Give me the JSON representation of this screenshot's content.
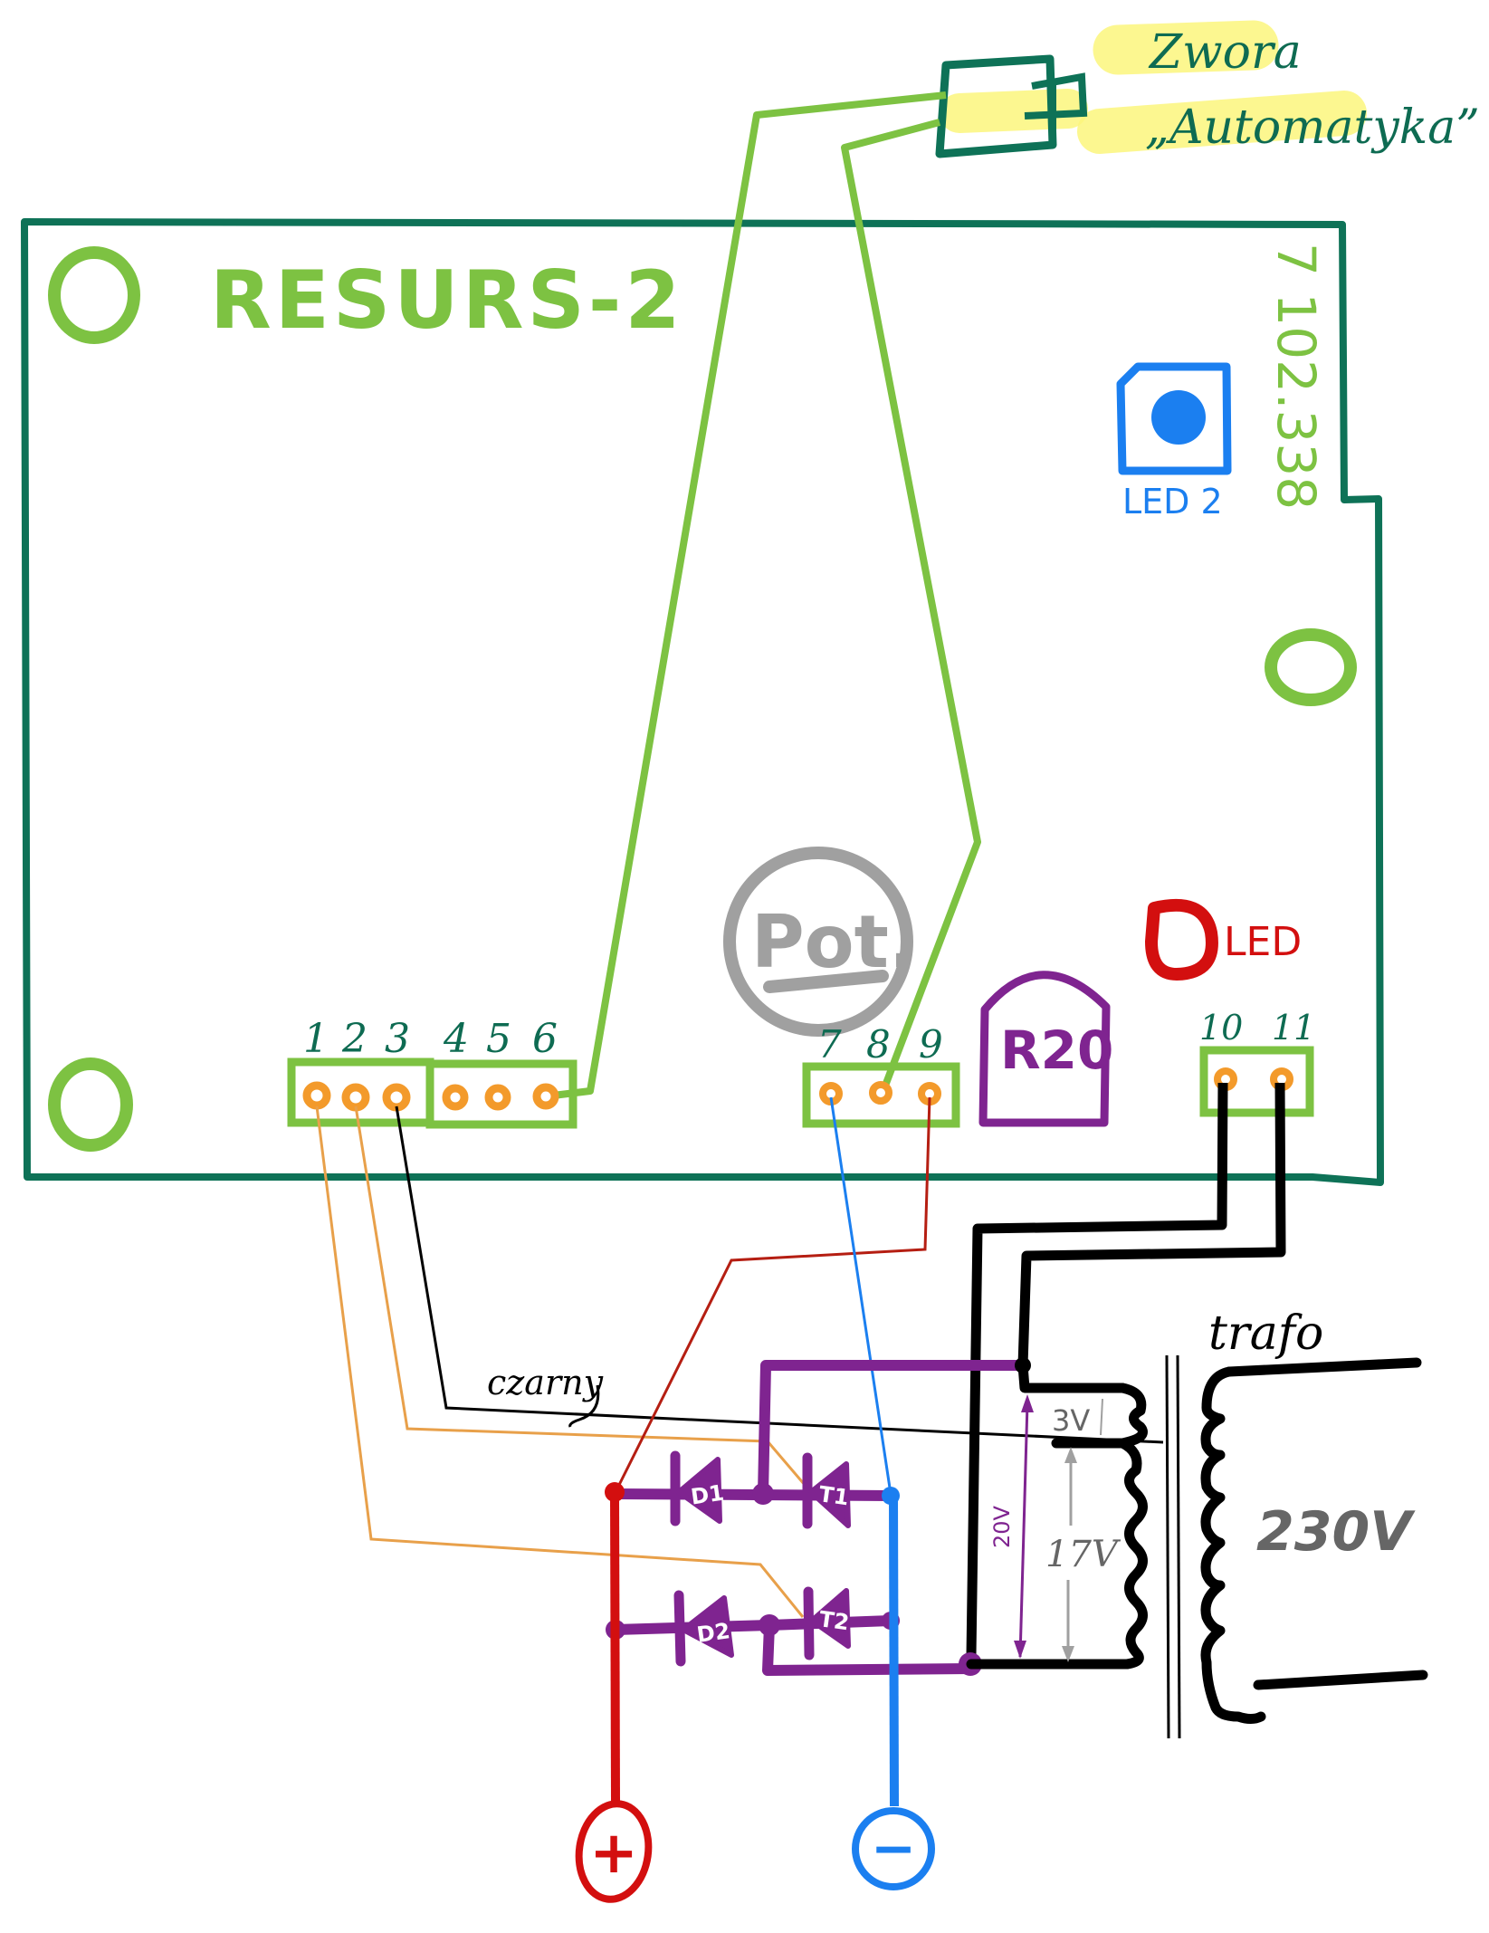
{
  "board": {
    "name": "RESURS-2",
    "part_number": "7 102.338"
  },
  "relay": {
    "label_line1": "Zwora",
    "label_line2": "„Automatyka”"
  },
  "connectors": {
    "group_a_pins": [
      "1",
      "2",
      "3"
    ],
    "group_b_pins": [
      "4",
      "5",
      "6"
    ],
    "group_c_pins": [
      "7",
      "8",
      "9"
    ],
    "group_d_pins": [
      "10",
      "11"
    ]
  },
  "components": {
    "pot_label": "Pot.",
    "resistor_label": "R20",
    "led_label": "LED",
    "led2_label": "LED 2",
    "diode1": "D1",
    "diode2": "D2",
    "thyristor1": "T1",
    "thyristor2": "T2"
  },
  "wires": {
    "black_wire_label": "czarny"
  },
  "transformer": {
    "label": "trafo",
    "primary_voltage": "230V",
    "tap_voltage_small": "3V",
    "tap_voltage_large": "17V",
    "total_voltage": "20V"
  },
  "terminals": {
    "positive": "+",
    "negative": "−"
  },
  "colors": {
    "board_outline": "#0e7257",
    "silk_green": "#7dc242",
    "pad_orange": "#f39a2b",
    "pin_number_teal": "#0e6b52",
    "pot_gray": "#a0a0a0",
    "purple": "#7f2490",
    "red": "#d30f0f",
    "blue": "#1b7ff0",
    "highlight_yellow": "#fbf67c",
    "wire_orange": "#e8a04a",
    "wire_dark_red": "#b51e12",
    "voltage_gray": "#666666"
  }
}
